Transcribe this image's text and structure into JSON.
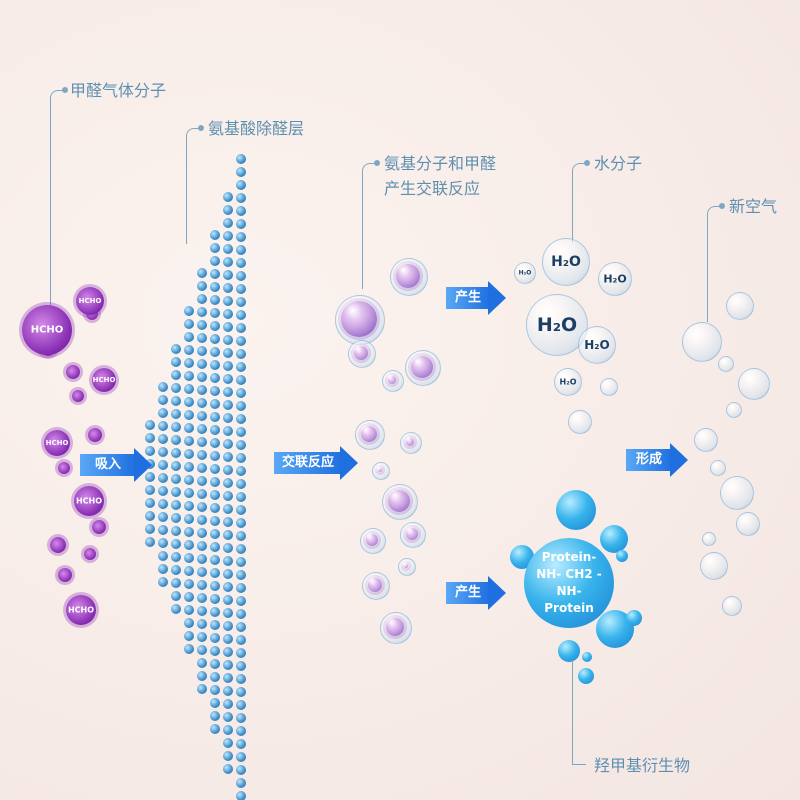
{
  "labels": {
    "formaldehyde_gas": "甲醛气体分子",
    "amino_layer": "氨基酸除醛层",
    "crosslink_line1": "氨基分子和甲醛",
    "crosslink_line2": "产生交联反应",
    "water": "水分子",
    "fresh_air": "新空气",
    "hydroxymethyl": "羟甲基衍生物"
  },
  "arrows": {
    "absorb": "吸入",
    "crosslink": "交联反应",
    "produce_top": "产生",
    "produce_bottom": "产生",
    "form": "形成"
  },
  "molecule_labels": {
    "hcho": "HCHO",
    "h2o": "H₂O"
  },
  "protein": {
    "line1": "Protein-",
    "line2": "NH- CH2 -NH-",
    "line3": "Protein"
  },
  "colors": {
    "label": "#5f8fb0",
    "arrow": "#1f6fe0",
    "virus": "#8a2fb5",
    "protein": "#38b4ec"
  }
}
